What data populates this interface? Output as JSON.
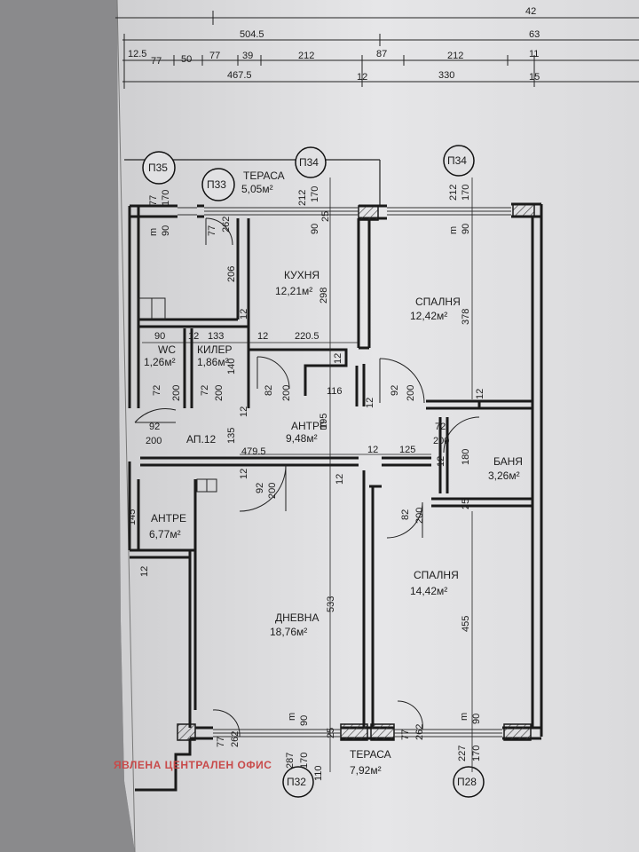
{
  "top_dimensions": {
    "row1": [
      "42"
    ],
    "row2": [
      "504.5",
      "63"
    ],
    "row3": [
      "12.5",
      "77",
      "50",
      "77",
      "39",
      "212",
      "87",
      "212",
      "11"
    ],
    "row4": [
      "467.5",
      "12",
      "330",
      "15"
    ]
  },
  "axes": [
    "П35",
    "П33",
    "П34",
    "П34",
    "П32",
    "П28"
  ],
  "rooms": {
    "terrace_top": {
      "name": "ТЕРАСА",
      "area": "5,05м²"
    },
    "kitchen": {
      "name": "КУХНЯ",
      "area": "12,21м²"
    },
    "bedroom_1": {
      "name": "СПАЛНЯ",
      "area": "12,42м²"
    },
    "wc": {
      "name": "WC",
      "area": "1,26м²"
    },
    "pantry": {
      "name": "КИЛЕР",
      "area": "1,86м²"
    },
    "hall": {
      "name": "АНТРЕ",
      "area": "9,48м²"
    },
    "bathroom": {
      "name": "БАНЯ",
      "area": "3,26м²"
    },
    "entry": {
      "name": "АНТРЕ",
      "area": "6,77м²"
    },
    "bedroom_2": {
      "name": "СПАЛНЯ",
      "area": "14,42м²"
    },
    "living": {
      "name": "ДНЕВНА",
      "area": "18,76м²"
    },
    "terrace_bottom": {
      "name": "ТЕРАСА",
      "area": "7,92м²"
    }
  },
  "apartment_label": "АП.12",
  "plan_dimensions": {
    "d77_a": "77",
    "d170_a": "170",
    "d90_a": "90",
    "dm_a": "m",
    "d77_b": "77",
    "d262_a": "262",
    "d212_a": "212",
    "d170_b": "170",
    "d90_b": "90",
    "d25_a": "25",
    "d212_b": "212",
    "d170_c": "170",
    "d90_c": "90",
    "dm_b": "m",
    "d206": "206",
    "d298": "298",
    "d378": "378",
    "d12_a": "12",
    "d12_b": "12",
    "d12_c": "12",
    "d90_w": "90",
    "d12_d": "12",
    "d133": "133",
    "d12_e": "12",
    "d220_5": "220.5",
    "d140": "140",
    "d12_f": "12",
    "d72_a": "72",
    "d200_a": "200",
    "d72_b": "72",
    "d200_b": "200",
    "d82_a": "82",
    "d200_c": "200",
    "d116": "116",
    "d92_a": "92",
    "d200_d": "200",
    "d12_g": "12",
    "d92_b": "92",
    "d200_e": "200",
    "d72_c": "72",
    "d200_f": "200",
    "d135": "135",
    "d195": "195",
    "d12_h": "12",
    "d479_5": "479.5",
    "d12_i": "12",
    "d125": "125",
    "d180": "180",
    "d12_j": "12",
    "d92_c": "92",
    "d200_g": "200",
    "d12_k": "12",
    "d82_b": "82",
    "d200_h": "200",
    "d25_b": "25",
    "d145": "145",
    "d12_l": "12",
    "d533": "533",
    "d455": "455",
    "d77_c": "77",
    "d262_b": "262",
    "d90_d": "90",
    "dm_c": "m",
    "d25_c": "25",
    "d77_d": "77",
    "d262_c": "262",
    "d90_e": "90",
    "dm_d": "m",
    "d287": "287",
    "d170_d": "170",
    "d110": "110",
    "d227": "227",
    "d170_e": "170"
  },
  "watermark": "ЯВЛЕНА ЦЕНТРАЛЕН ОФИС"
}
